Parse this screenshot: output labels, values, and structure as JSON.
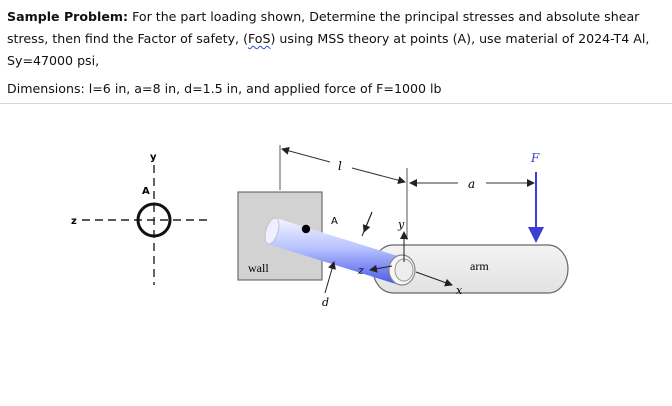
{
  "problem": {
    "heading": "Sample Problem:",
    "text_part1": " For the part loading shown, Determine the principal stresses and absolute shear stress, then find the Factor of safety, (",
    "fos": "FoS",
    "text_part2": ") using MSS theory at points (A), use material of 2024-T4 Al, Sy=47000 psi,"
  },
  "dimensions_text": "Dimensions: l=6 in, a=8 in, d=1.5 in, and applied force of F=1000 lb",
  "cross_section": {
    "label_y": "y",
    "label_z": "z",
    "label_point": "A"
  },
  "figure": {
    "label_l": "l",
    "label_a": "a",
    "label_F": "F",
    "label_wall": "wall",
    "label_arm": "arm",
    "label_point": "A",
    "label_d": "d",
    "label_x": "x",
    "label_y": "y",
    "label_z": "z"
  },
  "colors": {
    "force_arrow": "#3b3fd0",
    "rod_light": "#eef2ff",
    "rod_dark": "#5566ee",
    "wall_fill": "#d2d2d2"
  }
}
